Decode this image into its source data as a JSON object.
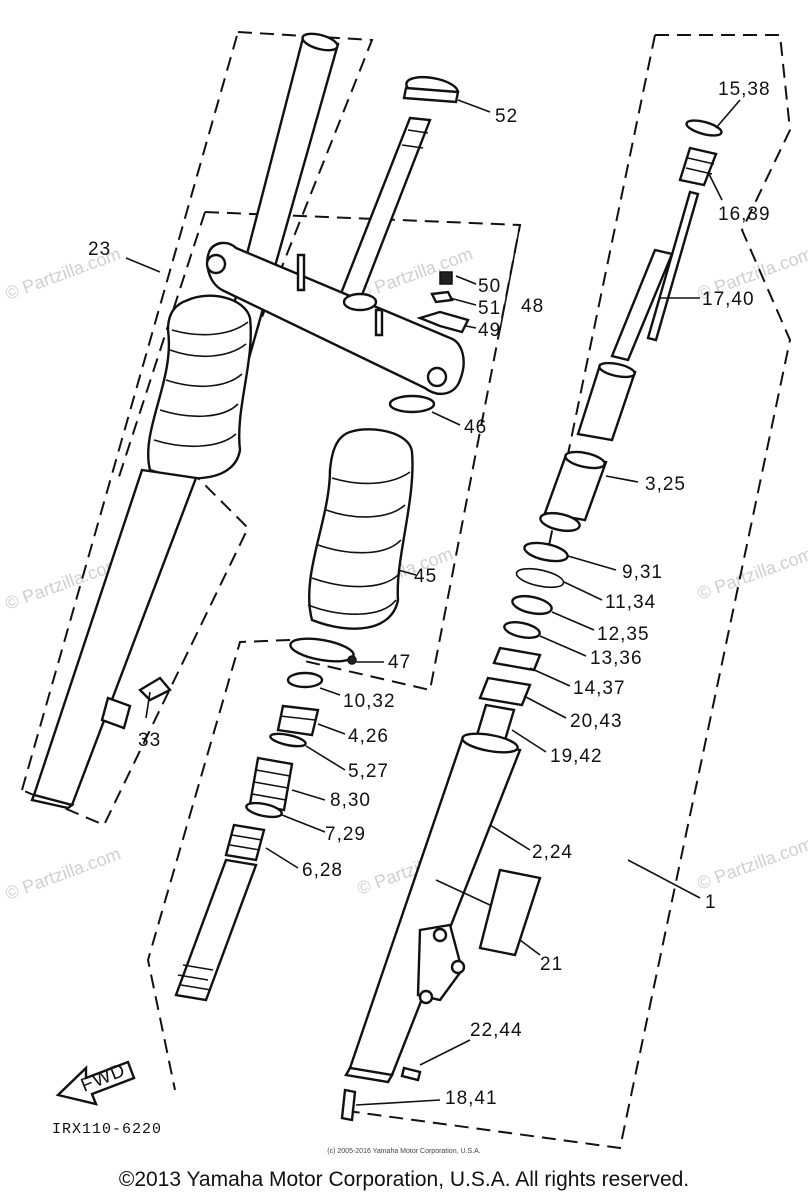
{
  "watermark": "© Partzilla.com",
  "diagram_code": "IRX110-6220",
  "fwd_label": "FWD",
  "labels": [
    {
      "id": "52",
      "text": "52"
    },
    {
      "id": "15-38",
      "text": "15,38"
    },
    {
      "id": "16-39",
      "text": "16,39"
    },
    {
      "id": "23",
      "text": "23"
    },
    {
      "id": "50",
      "text": "50"
    },
    {
      "id": "51",
      "text": "51"
    },
    {
      "id": "48",
      "text": "48"
    },
    {
      "id": "49",
      "text": "49"
    },
    {
      "id": "17-40",
      "text": "17,40"
    },
    {
      "id": "46",
      "text": "46"
    },
    {
      "id": "3-25",
      "text": "3,25"
    },
    {
      "id": "45",
      "text": "45"
    },
    {
      "id": "9-31",
      "text": "9,31"
    },
    {
      "id": "11-34",
      "text": "11,34"
    },
    {
      "id": "12-35",
      "text": "12,35"
    },
    {
      "id": "47",
      "text": "47"
    },
    {
      "id": "13-36",
      "text": "13,36"
    },
    {
      "id": "10-32",
      "text": "10,32"
    },
    {
      "id": "14-37",
      "text": "14,37"
    },
    {
      "id": "33",
      "text": "33"
    },
    {
      "id": "4-26",
      "text": "4,26"
    },
    {
      "id": "20-43",
      "text": "20,43"
    },
    {
      "id": "19-42",
      "text": "19,42"
    },
    {
      "id": "5-27",
      "text": "5,27"
    },
    {
      "id": "8-30",
      "text": "8,30"
    },
    {
      "id": "7-29",
      "text": "7,29"
    },
    {
      "id": "2-24",
      "text": "2,24"
    },
    {
      "id": "6-28",
      "text": "6,28"
    },
    {
      "id": "1",
      "text": "1"
    },
    {
      "id": "21",
      "text": "21"
    },
    {
      "id": "22-44",
      "text": "22,44"
    },
    {
      "id": "18-41",
      "text": "18,41"
    }
  ],
  "small_copyright": "(c) 2005-2016 Yamaha Motor Corporation, U.S.A.",
  "copyright": "©2013 Yamaha Motor Corporation, U.S.A. All rights reserved."
}
